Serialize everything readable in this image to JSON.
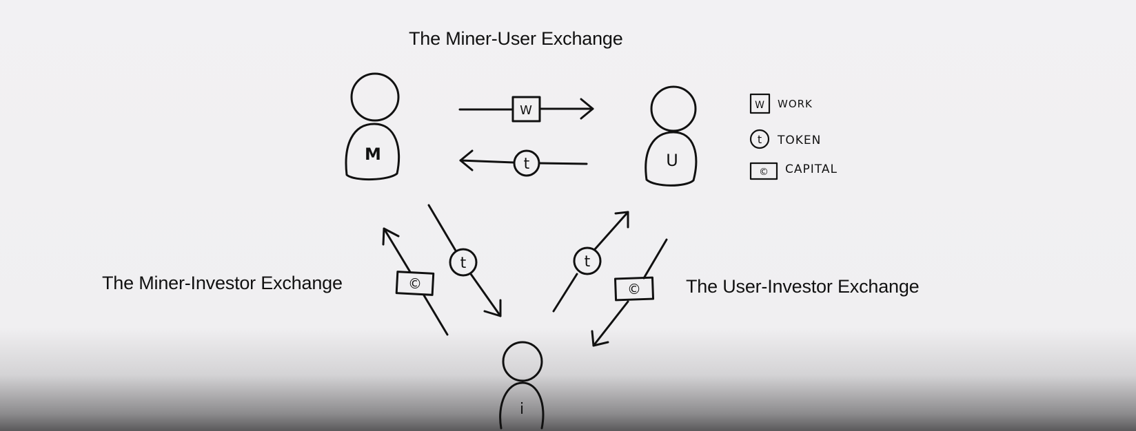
{
  "titles": {
    "miner_user": "The Miner-User Exchange",
    "miner_investor": "The Miner-Investor Exchange",
    "user_investor": "The User-Investor Exchange"
  },
  "actors": {
    "miner": "M",
    "user": "U",
    "investor": "i"
  },
  "symbols": {
    "work": "W",
    "token": "t",
    "capital": "©"
  },
  "legend": {
    "work": "WORK",
    "token": "TOKEN",
    "capital": "CAPITAL"
  },
  "colors": {
    "ink": "#111111",
    "paper": "#f1f0f2"
  }
}
